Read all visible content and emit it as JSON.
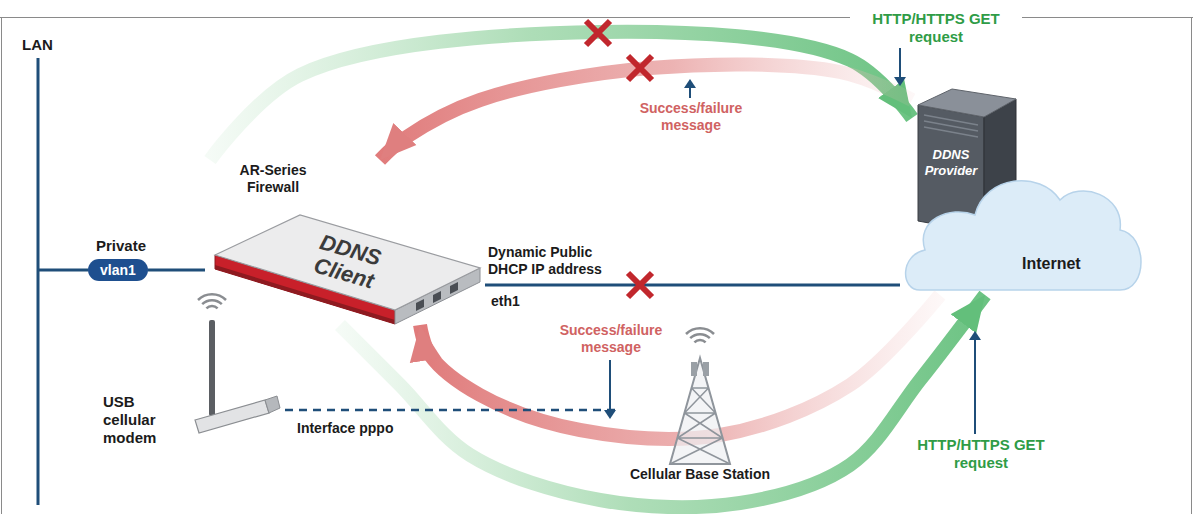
{
  "diagram": {
    "nodes": [
      {
        "text": [
          "vlan1"
        ]
      },
      {
        "text": [
          "AR-Series Firewall",
          "DDNS Client"
        ]
      },
      {
        "text": [
          "DDNS Provider"
        ]
      },
      {
        "text": [
          "Internet"
        ]
      },
      {
        "text": [
          "USB cellular modem"
        ]
      },
      {
        "text": [
          "Cellular Base Station"
        ]
      }
    ],
    "edges": [
      {
        "from": 0,
        "to": 1,
        "arrow": "none"
      },
      {
        "from": 1,
        "to": 3,
        "arrow": "none",
        "label": "eth1"
      },
      {
        "from": 1,
        "to": 2,
        "arrow": "to",
        "label": "HTTP/HTTPS GET request"
      },
      {
        "from": 2,
        "to": 1,
        "arrow": "to",
        "label": "Success/failure message"
      },
      {
        "from": 1,
        "to": 3,
        "arrow": "to",
        "label": "HTTP/HTTPS GET request"
      },
      {
        "from": 3,
        "to": 1,
        "arrow": "to",
        "label": "Success/failure message"
      },
      {
        "from": 4,
        "to": 5,
        "arrow": "none",
        "label": "Interface pppo"
      }
    ],
    "labels": [
      "LAN",
      "Private",
      "Dynamic Public DHCP IP address"
    ]
  }
}
